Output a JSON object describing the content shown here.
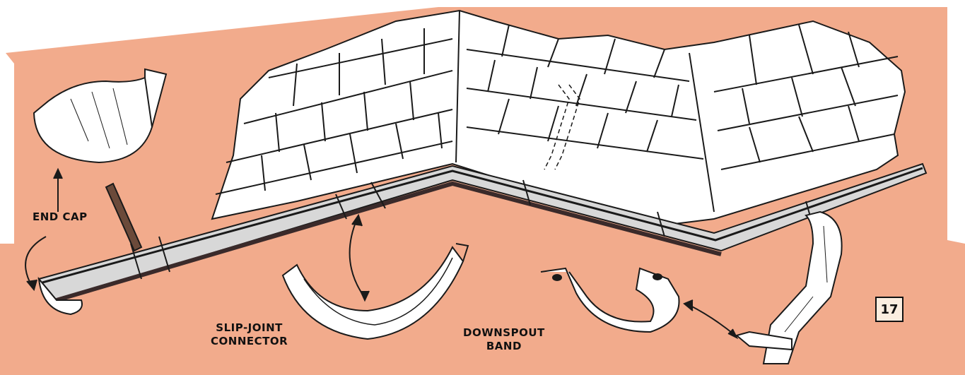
{
  "figure": {
    "number": "17",
    "colors": {
      "background": "#f2ab8c",
      "roof": "#ffffff",
      "line": "#1a1a1a",
      "wall_edge": "#ffffff"
    }
  },
  "labels": {
    "end_cap": "END CAP",
    "slip_joint_line1": "SLIP-JOINT",
    "slip_joint_line2": "CONNECTOR",
    "downspout_line1": "DOWNSPOUT",
    "downspout_line2": "BAND"
  }
}
